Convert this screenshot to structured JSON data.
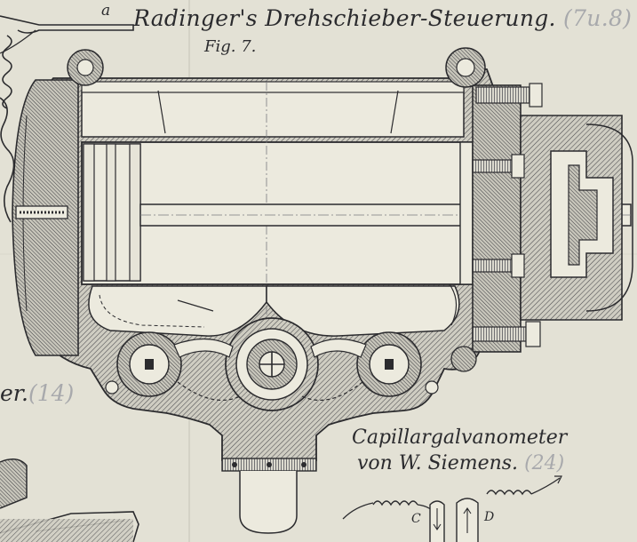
{
  "plate": {
    "title": "Radinger's Drehschieber-Steuerung.",
    "title_ref": "(7u.8)",
    "figure_label": "Fig. 7.",
    "corner_letter": "a",
    "left_fragment": "er.",
    "left_fragment_ref": "(14)",
    "galvanometer_line1": "Capillargalvanometer",
    "galvanometer_line2": "von W. Siemens.",
    "galvanometer_ref": "(24)",
    "label_c": "C",
    "label_d": "D"
  },
  "colors": {
    "paper": "#e3e1d5",
    "ink": "#2b2b2e",
    "hatch": "#5a5a5e",
    "pencil": "#a8a9ac",
    "light_face": "#eceade"
  }
}
